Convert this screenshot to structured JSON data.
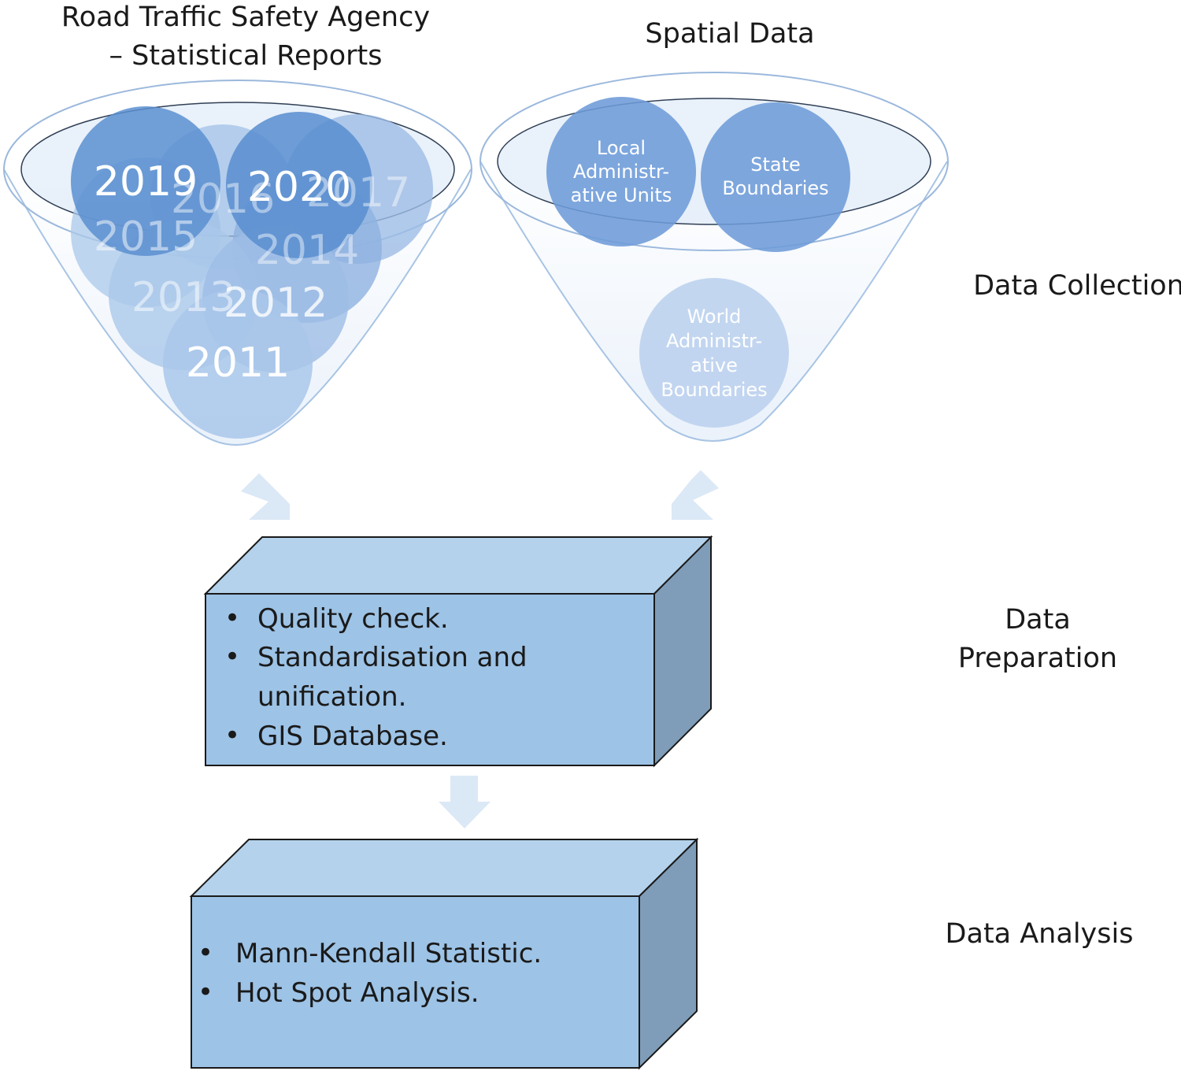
{
  "funnels": {
    "left": {
      "title_line1": "Road Traffic Safety Agency",
      "title_line2": "– Statistical Reports",
      "years": [
        "2019",
        "2020",
        "2017",
        "2016",
        "2015",
        "2014",
        "2013",
        "2012",
        "2011"
      ]
    },
    "right": {
      "title": "Spatial Data",
      "circles": {
        "local": [
          "Local",
          "Administr-",
          "ative Units"
        ],
        "state": [
          "State",
          "Boundaries"
        ],
        "world": [
          "World",
          "Administr-",
          "ative",
          "Boundaries"
        ]
      }
    }
  },
  "stages": {
    "collection": "Data Collection",
    "preparation": [
      "Data",
      "Preparation"
    ],
    "analysis": "Data Analysis"
  },
  "preparation_box": {
    "bullets": [
      "•",
      "•",
      "•"
    ],
    "lines": [
      "Quality check.",
      "Standardisation and",
      "unification.",
      "GIS Database."
    ]
  },
  "analysis_box": {
    "bullets": [
      "•",
      "•"
    ],
    "lines": [
      "Mann-Kendall Statistic.",
      "Hot Spot Analysis."
    ]
  },
  "colors": {
    "circle_dark": "#5b8fd0",
    "circle_light": "#9dbde6",
    "box_front": "#9dc3e6",
    "box_top": "#b4d2ec",
    "box_side": "#7f9db8",
    "arrow": "#dbe8f6"
  }
}
